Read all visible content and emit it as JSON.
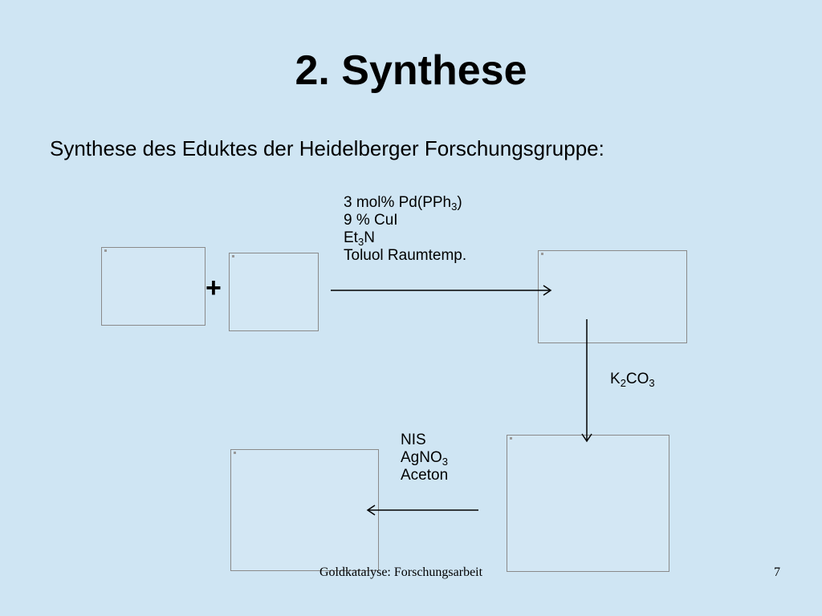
{
  "slide": {
    "title": "2. Synthese",
    "subtitle": "Synthese des Eduktes der Heidelberger Forschungsgruppe:",
    "plus": "+"
  },
  "step1": {
    "lines": [
      {
        "pre": "3 mol% Pd(PPh",
        "sub": "3",
        "post": ")"
      },
      {
        "pre": "9 % CuI",
        "sub": "",
        "post": ""
      },
      {
        "pre": "Et",
        "sub": "3",
        "post": "N"
      },
      {
        "pre": "Toluol Raumtemp.",
        "sub": "",
        "post": ""
      }
    ]
  },
  "step2": {
    "reagent": {
      "pre": "K",
      "sub1": "2",
      "mid": "CO",
      "sub2": "3"
    }
  },
  "step3": {
    "lines": [
      {
        "pre": "NIS",
        "sub": "",
        "post": ""
      },
      {
        "pre": "AgNO",
        "sub": "3",
        "post": ""
      },
      {
        "pre": "Aceton",
        "sub": "",
        "post": ""
      }
    ]
  },
  "footer": {
    "title": "Goldkatalyse: Forschungsarbeit",
    "page_number": "7"
  }
}
